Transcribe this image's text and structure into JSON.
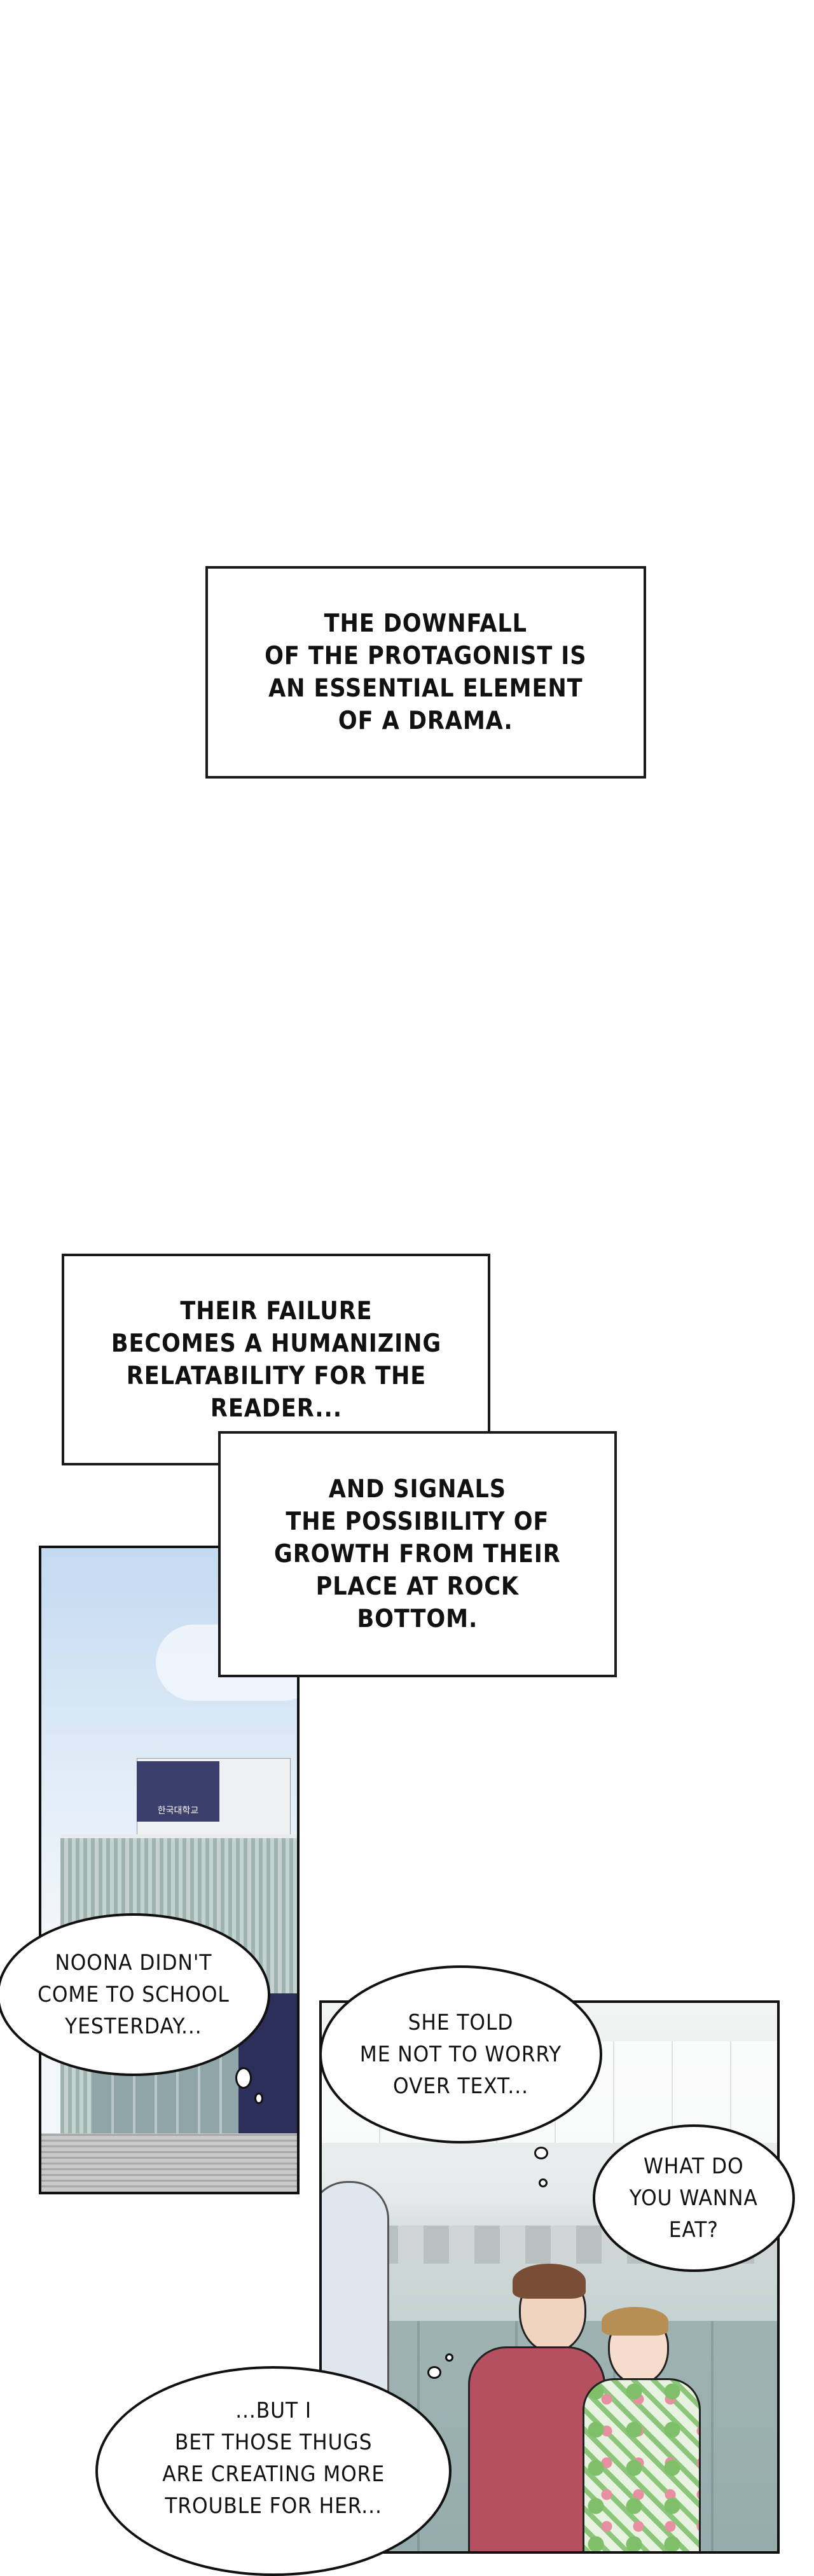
{
  "captions": [
    {
      "lines": [
        "THE DOWNFALL",
        "OF THE PROTAGONIST IS",
        "AN ESSENTIAL ELEMENT",
        "OF A DRAMA."
      ]
    },
    {
      "lines": [
        "THEIR FAILURE",
        "BECOMES A HUMANIZING",
        "RELATABILITY FOR THE",
        "READER..."
      ]
    },
    {
      "lines": [
        "AND SIGNALS",
        "THE POSSIBILITY OF",
        "GROWTH FROM THEIR",
        "PLACE AT ROCK",
        "BOTTOM."
      ]
    }
  ],
  "panels": {
    "building_sign": "한국대학교"
  },
  "bubbles": [
    {
      "lines": [
        "NOONA DIDN'T",
        "COME TO SCHOOL",
        "YESTERDAY..."
      ]
    },
    {
      "lines": [
        "SHE TOLD",
        "ME NOT TO WORRY",
        "OVER TEXT..."
      ]
    },
    {
      "lines": [
        "WHAT DO",
        "YOU WANNA",
        "EAT?"
      ]
    },
    {
      "lines": [
        "...BUT I",
        "BET THOSE THUGS",
        "ARE CREATING MORE",
        "TROUBLE FOR HER..."
      ]
    }
  ],
  "colors": {
    "sky": "#cfe2f3",
    "navy": "#2c2f5a",
    "hoodie": "#b4505f",
    "interior": "#dfe6e6"
  }
}
